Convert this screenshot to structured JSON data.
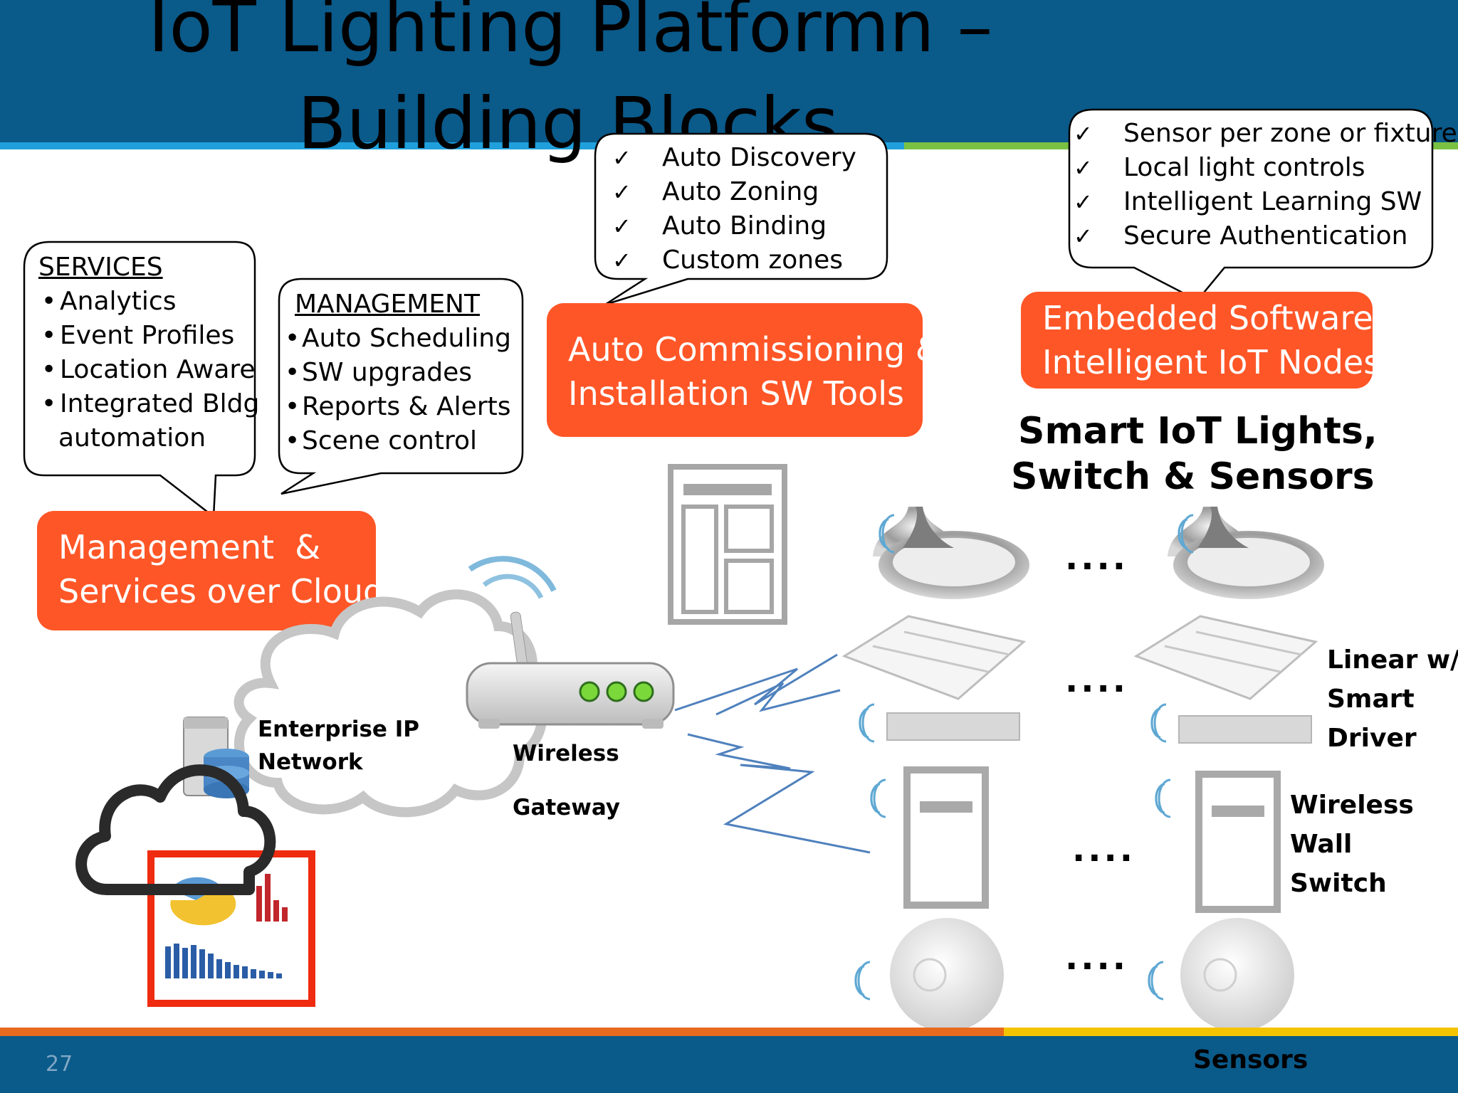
{
  "slide": {
    "title_line1": "IoT Lighting Platformn –",
    "title_line2": "Building Blocks",
    "page_number": "27",
    "colors": {
      "header": "#0a5a8a",
      "accent_orange": "#ff5627",
      "line_blue": "#1fa0dc",
      "line_green": "#7ac143",
      "line_orange": "#e86a1f",
      "line_yellow": "#f5c400",
      "bolt_blue": "#4f81bd"
    }
  },
  "services_bubble": {
    "heading": "SERVICES",
    "items": [
      "Analytics",
      "Event Profiles",
      "Location Aware",
      "Integrated Bldg",
      "automation"
    ]
  },
  "management_bubble": {
    "heading": "MANAGEMENT",
    "items": [
      "Auto Scheduling",
      "SW upgrades",
      "Reports & Alerts",
      "Scene control"
    ]
  },
  "commissioning_bubble": {
    "items": [
      "Auto Discovery",
      "Auto Zoning",
      "Auto Binding",
      "Custom zones"
    ]
  },
  "embedded_bubble": {
    "items": [
      "Sensor per zone or fixture",
      "Local light controls",
      "Intelligent Learning SW",
      "Secure Authentication"
    ]
  },
  "boxes": {
    "management": [
      "Management  &",
      "Services over Cloud"
    ],
    "commissioning": [
      "Auto Commissioning &",
      "Installation SW Tools"
    ],
    "embedded": [
      "Embedded Software",
      "Intelligent IoT Nodes"
    ]
  },
  "labels": {
    "smart_heading_1": "Smart IoT Lights,",
    "smart_heading_2": "Switch & Sensors",
    "enterprise_1": "Enterprise IP",
    "enterprise_2": "Network",
    "wireless": "Wireless",
    "gateway": "Gateway",
    "linear_1": "Linear w/",
    "linear_2": "Smart",
    "linear_3": "Driver",
    "switch_1": "Wireless",
    "switch_2": "Wall",
    "switch_3": "Switch",
    "sensors": "Sensors",
    "dots": "...."
  }
}
